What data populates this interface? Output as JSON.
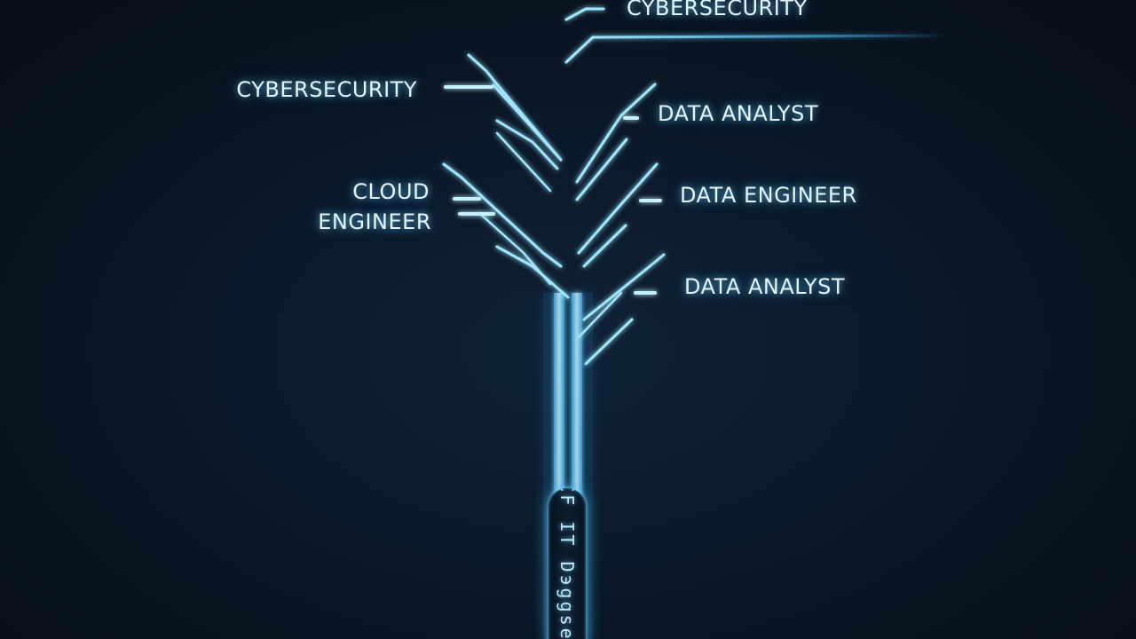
{
  "labels": {
    "top_right": "CYBERSECURITY",
    "left_1": "CYBERSECURITY",
    "left_2_line_1": "CLOUD",
    "left_2_line_2": "ENGINEER",
    "right_1": "DATA ANALYST",
    "right_2": "DATA ENGINEER",
    "right_3": "DATA ANALYST"
  },
  "trunk_caption": "CF IT Dэggses",
  "colors": {
    "background": "#0b1a2b",
    "glow": "#5fd0ff",
    "line": "#9fe6ff",
    "text": "#e6f6ff"
  }
}
